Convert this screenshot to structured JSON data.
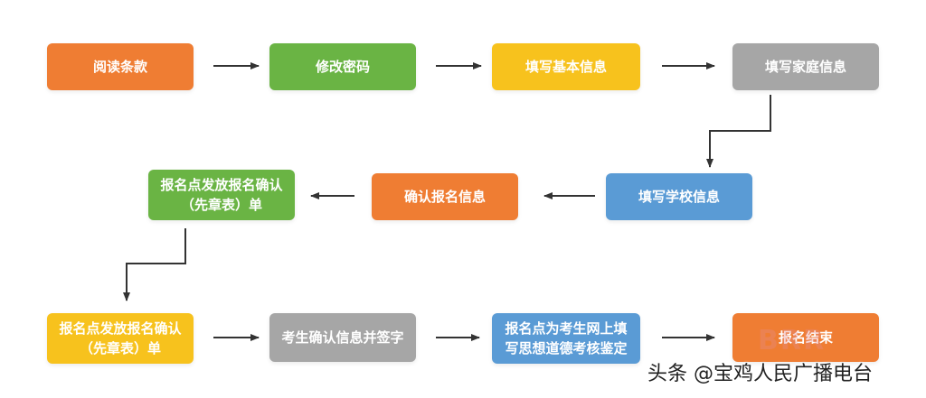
{
  "diagram": {
    "steps": [
      {
        "id": "s1",
        "label": "阅读条款",
        "color": "#ef7d33"
      },
      {
        "id": "s2",
        "label": "修改密码",
        "color": "#6ab444"
      },
      {
        "id": "s3",
        "label": "填写基本信息",
        "color": "#f7c21d"
      },
      {
        "id": "s4",
        "label": "填写家庭信息",
        "color": "#a6a6a6"
      },
      {
        "id": "s5",
        "label": "填写学校信息",
        "color": "#5a9bd5"
      },
      {
        "id": "s6",
        "label": "确认报名信息",
        "color": "#ef7d33"
      },
      {
        "id": "s7",
        "label": "报名点发放报名确认（先章表）单",
        "line1": "报名点发放报名确认",
        "line2": "（先章表）单",
        "color": "#6ab444"
      },
      {
        "id": "s8",
        "label": "报名点发放报名确认（先章表）单",
        "line1": "报名点发放报名确认",
        "line2": "（先章表）单",
        "color": "#f7c21d"
      },
      {
        "id": "s9",
        "label": "考生确认信息并签字",
        "color": "#a6a6a6"
      },
      {
        "id": "s10",
        "label": "报名点为考生网上填写思想道德考核鉴定",
        "line1": "报名点为考生网上填",
        "line2": "写思想道德考核鉴定",
        "color": "#5a9bd5"
      },
      {
        "id": "s11",
        "label": "报名结束",
        "color": "#ef7d33"
      }
    ]
  },
  "watermark": {
    "text": "头条 @宝鸡人民广播电台",
    "logo": "BRR"
  }
}
